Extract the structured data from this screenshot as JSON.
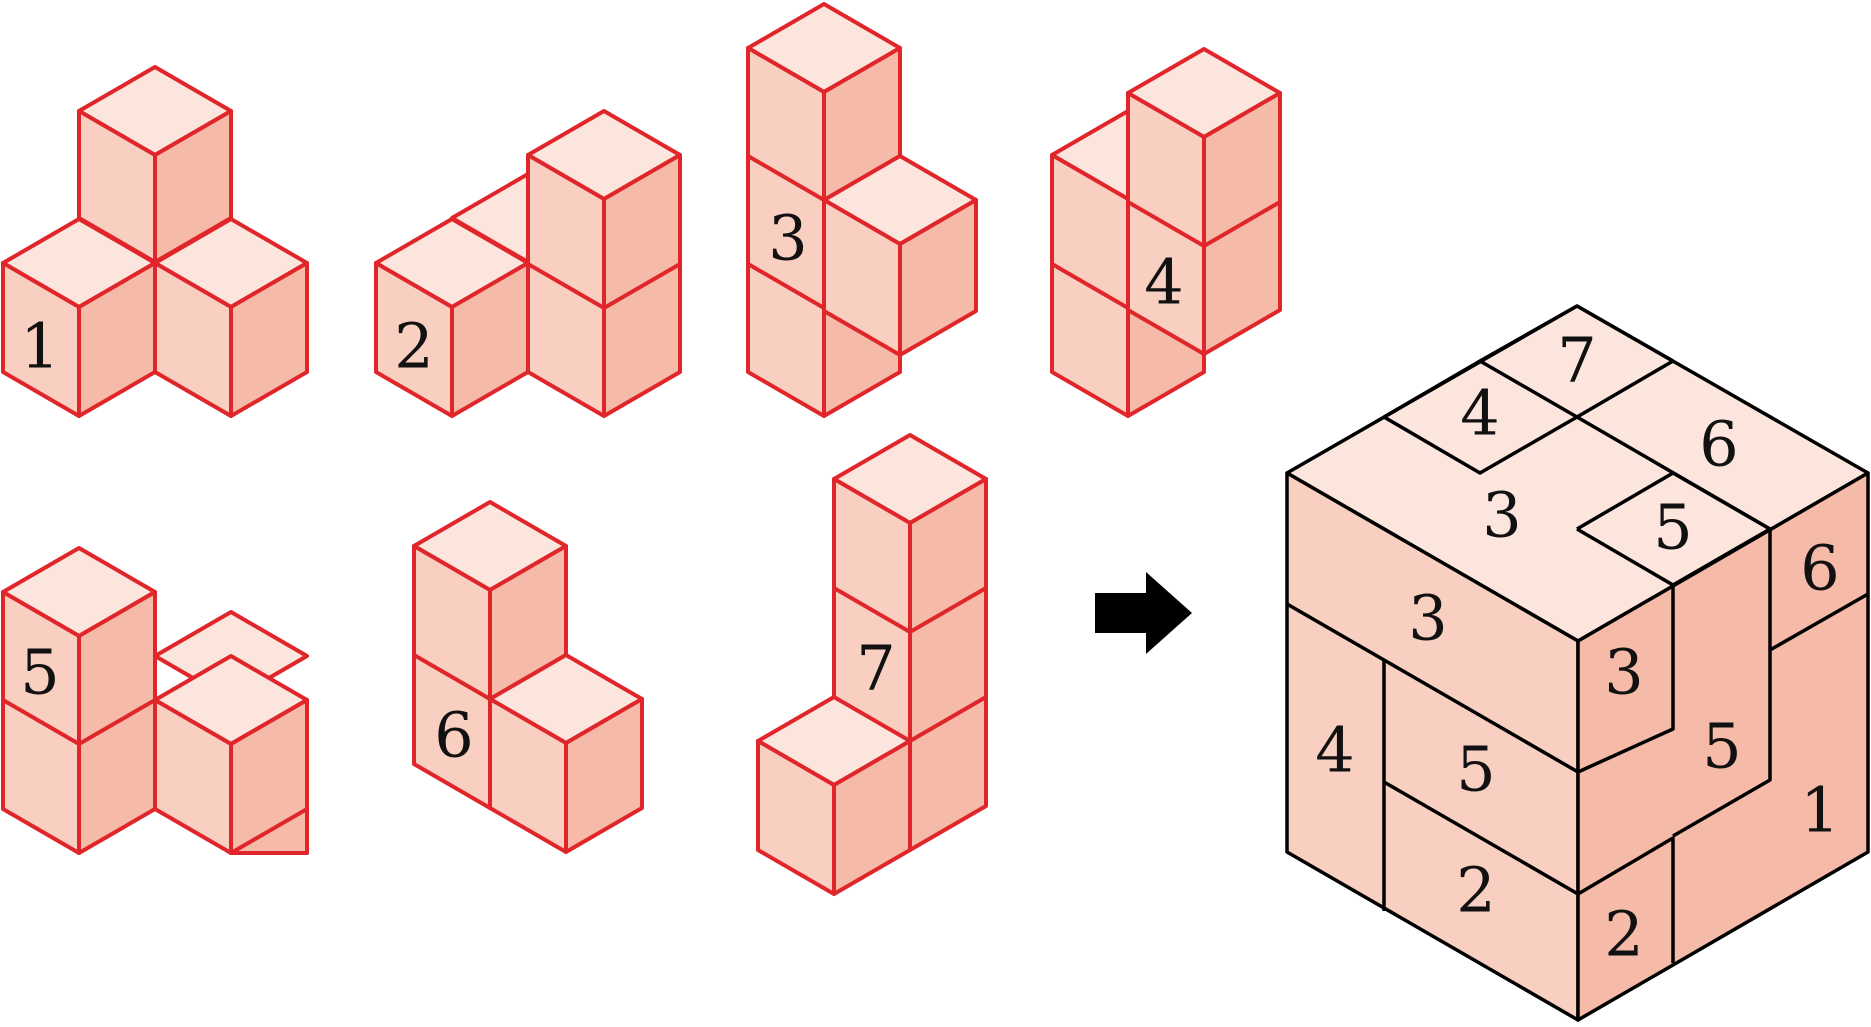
{
  "colors": {
    "piece_stroke": "#e0262b",
    "cube_stroke": "#000000",
    "face_top": "#fce5dd",
    "face_left": "#f8cfc0",
    "face_right": "#f5bba8",
    "arrow": "#000000"
  },
  "pieces": [
    {
      "label": "1"
    },
    {
      "label": "2"
    },
    {
      "label": "3"
    },
    {
      "label": "4"
    },
    {
      "label": "5"
    },
    {
      "label": "6"
    },
    {
      "label": "7"
    }
  ],
  "arrow_icon": "right-arrow-icon",
  "cube_labels": {
    "top": [
      "7",
      "4",
      "6",
      "3",
      "5"
    ],
    "left": [
      "3",
      "4",
      "5",
      "2"
    ],
    "right": [
      "6",
      "3",
      "5",
      "1",
      "2"
    ]
  }
}
